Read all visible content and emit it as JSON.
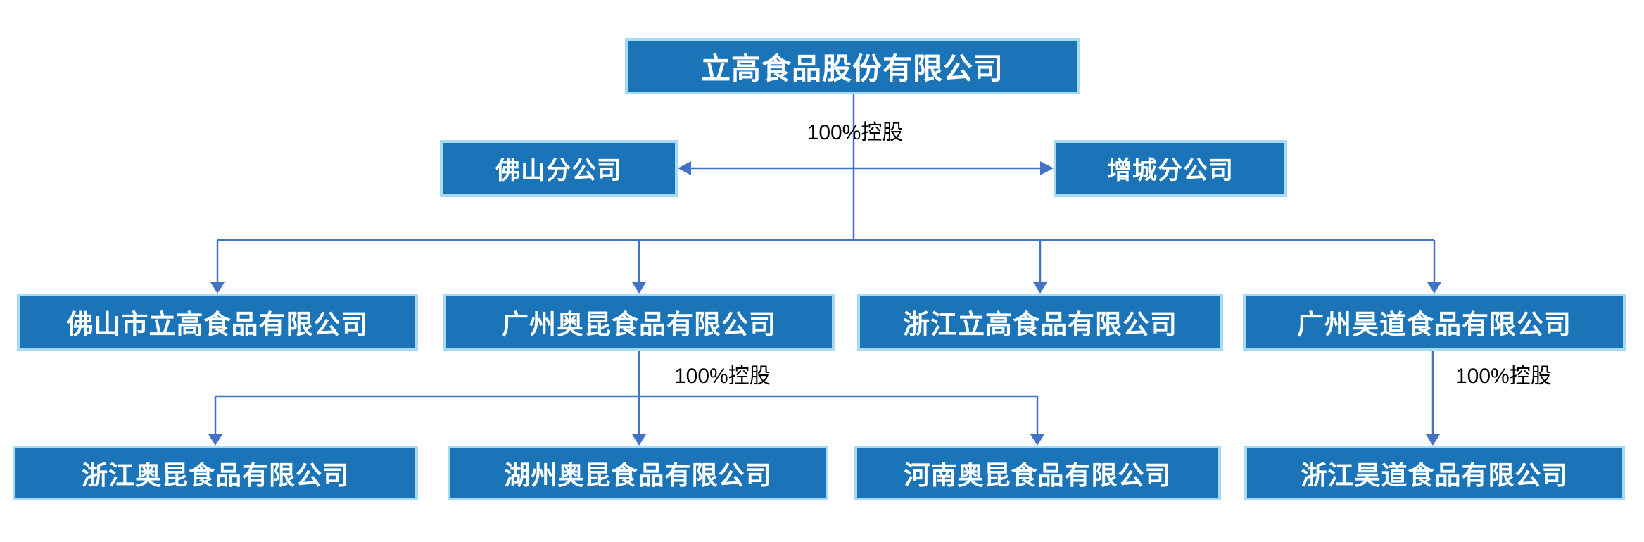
{
  "org_chart": {
    "root": "立高食品股份有限公司",
    "branch_row": {
      "relation_label": "100%控股",
      "items": [
        "佛山分公司",
        "增城分公司"
      ]
    },
    "subsidiary_row": [
      "佛山市立高食品有限公司",
      "广州奥昆食品有限公司",
      "浙江立高食品有限公司",
      "广州昊道食品有限公司"
    ],
    "aokun_relation_label": "100%控股",
    "haodao_relation_label": "100%控股",
    "sub_subsidiary_row": [
      "浙江奥昆食品有限公司",
      "湖州奥昆食品有限公司",
      "河南奥昆食品有限公司",
      "浙江昊道食品有限公司"
    ],
    "colors": {
      "box_fill": "#1B74B8",
      "box_border": "#A6D9F2",
      "box_text": "#FFFFFF",
      "connector": "#4472C4",
      "label_text": "#000000",
      "background": "#FFFFFF"
    }
  }
}
